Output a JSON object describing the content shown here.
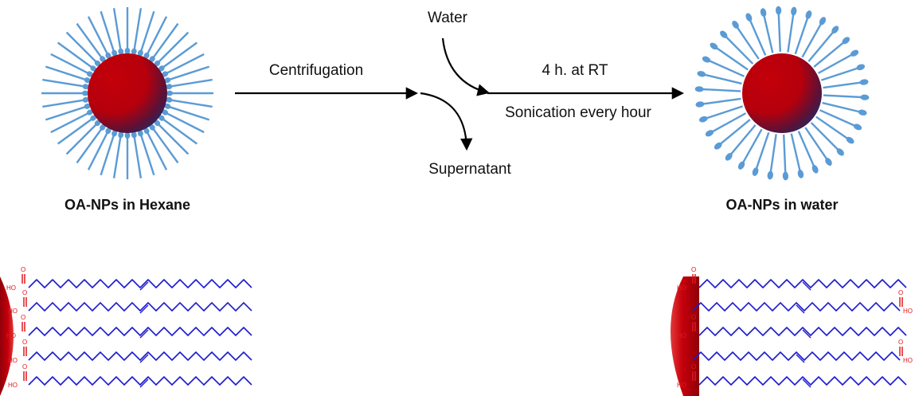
{
  "labels": {
    "water": "Water",
    "centrifugation": "Centrifugation",
    "supernatant": "Supernatant",
    "time": "4 h. at RT",
    "sonication": "Sonication every hour",
    "left_caption": "OA-NPs in Hexane",
    "right_caption": "OA-NPs in water"
  },
  "chem": {
    "oxygen": "O",
    "hydroxyl": "HO"
  },
  "colors": {
    "ligand": "#5b9bd5",
    "chain": "#1d1ccf",
    "heteroatom": "#e0191c",
    "core_light": "#d7141c",
    "core_dark": "#2c2a6d"
  }
}
